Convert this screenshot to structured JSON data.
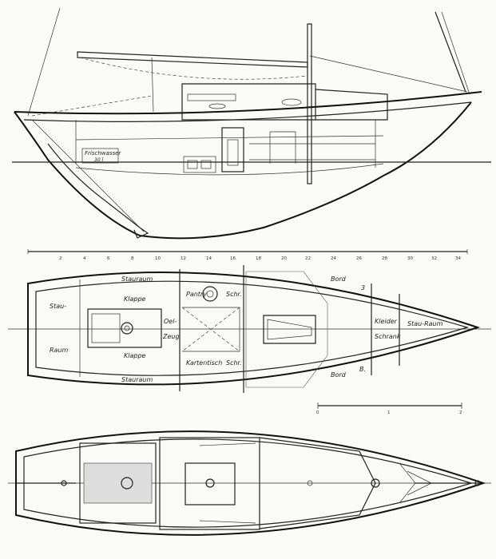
{
  "side_view": {
    "freshwater_label": "Frischwasser",
    "freshwater_volume": "30 l"
  },
  "scale_main": {
    "ticks": [
      "2",
      "4",
      "6",
      "8",
      "10",
      "12",
      "14",
      "16",
      "18",
      "20",
      "22",
      "24",
      "26",
      "28",
      "30",
      "32",
      "34"
    ]
  },
  "plan_view": {
    "stauraum_top": "Stauraum",
    "stauraum_bottom": "Stauraum",
    "stau": "Stau-",
    "raum": "Raum",
    "klappe_top": "Klappe",
    "klappe_bottom": "Klappe",
    "oel": "Oel-",
    "zeug": "Zeug",
    "pantry": "Pantry",
    "schr_top": "Schr.",
    "schr_bottom": "Schr.",
    "kartentisch": "Kartentisch",
    "bord_top": "Bord",
    "bord_bottom": "Bord",
    "marker_top": "3",
    "marker_bottom": "B.",
    "kleider": "Kleider",
    "schrank": "Schrank",
    "stau_raum_bow": "Stau-Raum"
  },
  "scale_small": {
    "ticks": [
      "0",
      "1",
      "2"
    ]
  }
}
